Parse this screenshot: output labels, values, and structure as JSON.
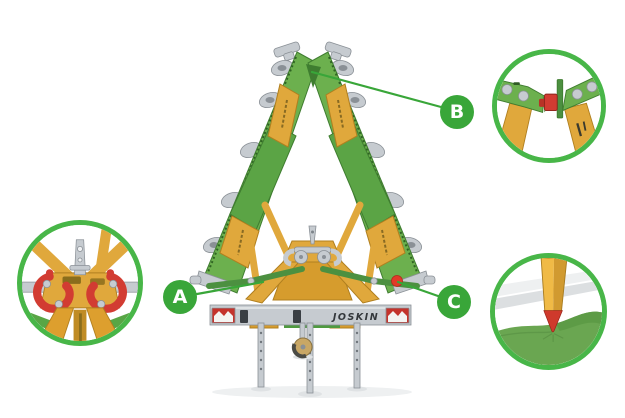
{
  "callouts": {
    "a": "A",
    "b": "B",
    "c": "C"
  },
  "machine": {
    "brand": "JOSKIN"
  },
  "colors": {
    "background": "#ffffff",
    "accent-green": "#39a639",
    "circle-border-green": "#48b648",
    "machine-green": "#6cb04e",
    "machine-green-dark": "#3f7d30",
    "shield-green": "#5ba445",
    "machine-yellow": "#e0a83c",
    "machine-yellow-dark": "#b07f1f",
    "metal-gray": "#c6cbd0",
    "metal-gray-dark": "#8a9096",
    "alert-red": "#d23c32",
    "brand-text": "#33373b"
  }
}
